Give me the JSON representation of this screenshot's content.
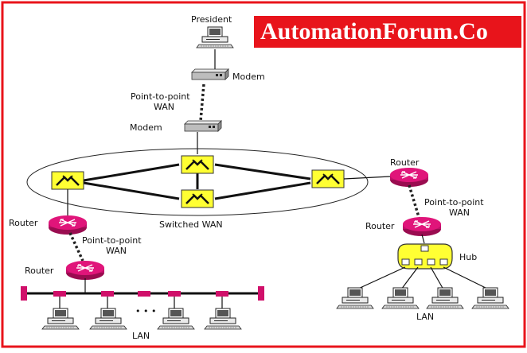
{
  "watermark": "AutomationForum.Co",
  "labels": {
    "president": "President",
    "modem_top": "Modem",
    "p2p_top_line1": "Point-to-point",
    "p2p_top_line2": "WAN",
    "modem_mid": "Modem",
    "switched_wan": "Switched WAN",
    "router_left_upper": "Router",
    "p2p_left_line1": "Point-to-point",
    "p2p_left_line2": "WAN",
    "router_left_lower": "Router",
    "lan_left": "LAN",
    "ellipsis": "• • •",
    "router_right_upper": "Router",
    "p2p_right_line1": "Point-to-point",
    "p2p_right_line2": "WAN",
    "router_right_lower": "Router",
    "hub": "Hub",
    "lan_right": "LAN"
  },
  "colors": {
    "border": "#e8141b",
    "router": "#e0157a",
    "switch_fill": "#ffff33",
    "hub_fill": "#ffff33",
    "bus_tap": "#d0106a"
  }
}
